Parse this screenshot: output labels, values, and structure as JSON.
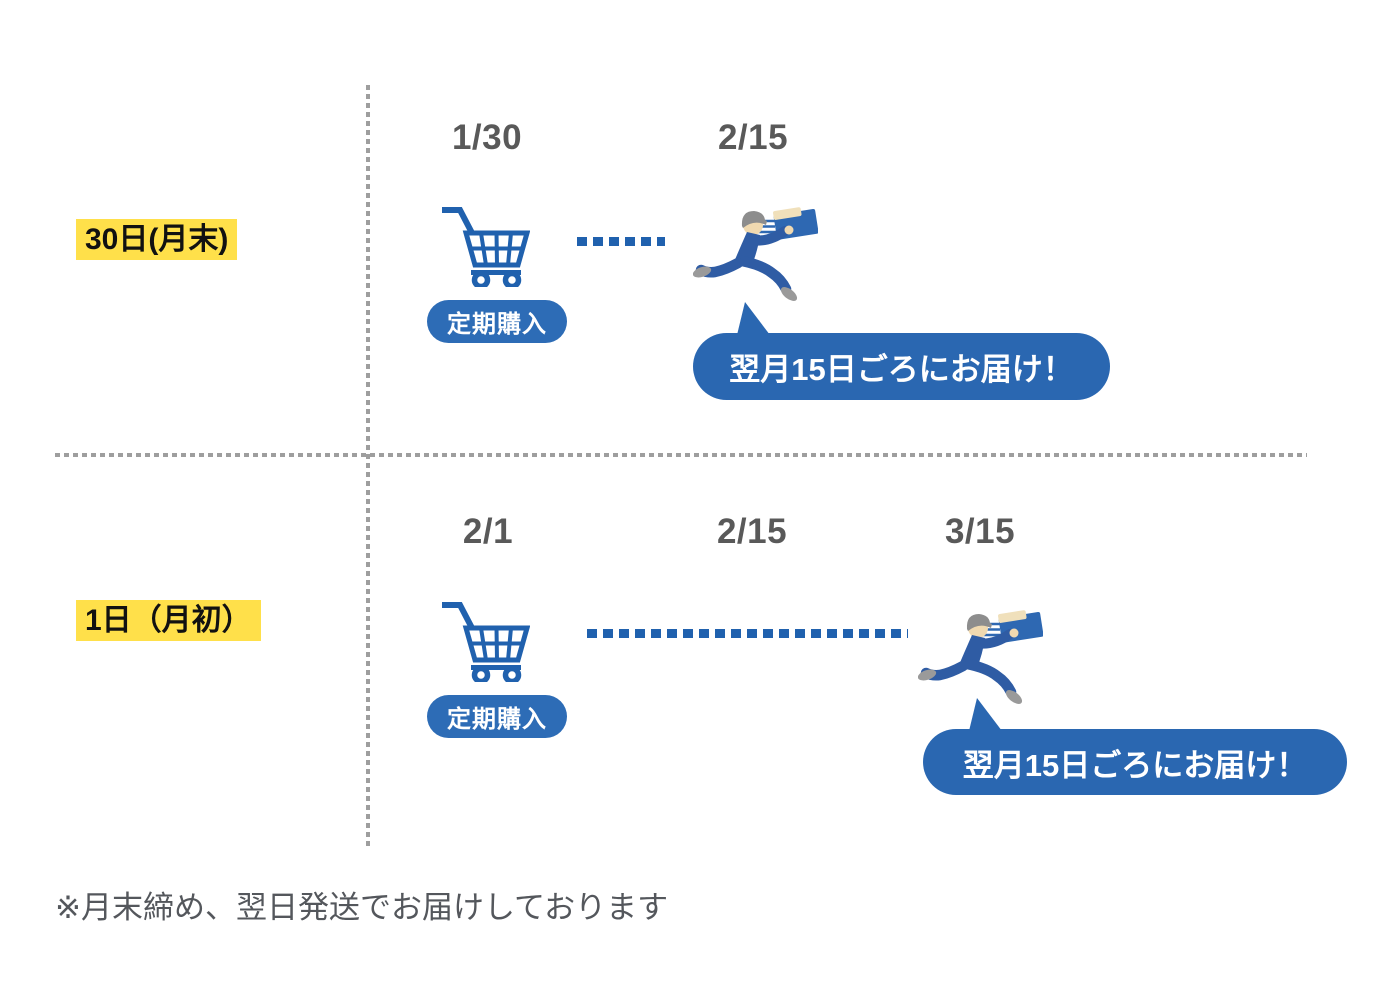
{
  "diagram_title": "subscription-purchase-delivery-schedule",
  "rows": [
    {
      "label": "30日(月末)",
      "dates": [
        "1/30",
        "2/15"
      ],
      "badge": "定期購入",
      "bubble": "翌月15日ごろにお届け！"
    },
    {
      "label": "1日（月初）",
      "dates": [
        "2/1",
        "2/15",
        "3/15"
      ],
      "badge": "定期購入",
      "bubble": "翌月15日ごろにお届け！"
    }
  ],
  "note": "※月末締め、翌日発送でお届けしております",
  "icons": {
    "cart_icon": "shopping-cart",
    "courier_icon": "running-delivery-person-with-package"
  },
  "colors": {
    "primary_blue": "#2061ae",
    "badge_blue": "#2d6cb6",
    "bubble_blue": "#2a67b1",
    "suit_blue": "#2f5ca4",
    "highlight_yellow": "#ffe04a",
    "date_gray": "#595959",
    "note_gray": "#54575c",
    "separator_gray": "#9e9e9e",
    "background": "#ffffff"
  }
}
